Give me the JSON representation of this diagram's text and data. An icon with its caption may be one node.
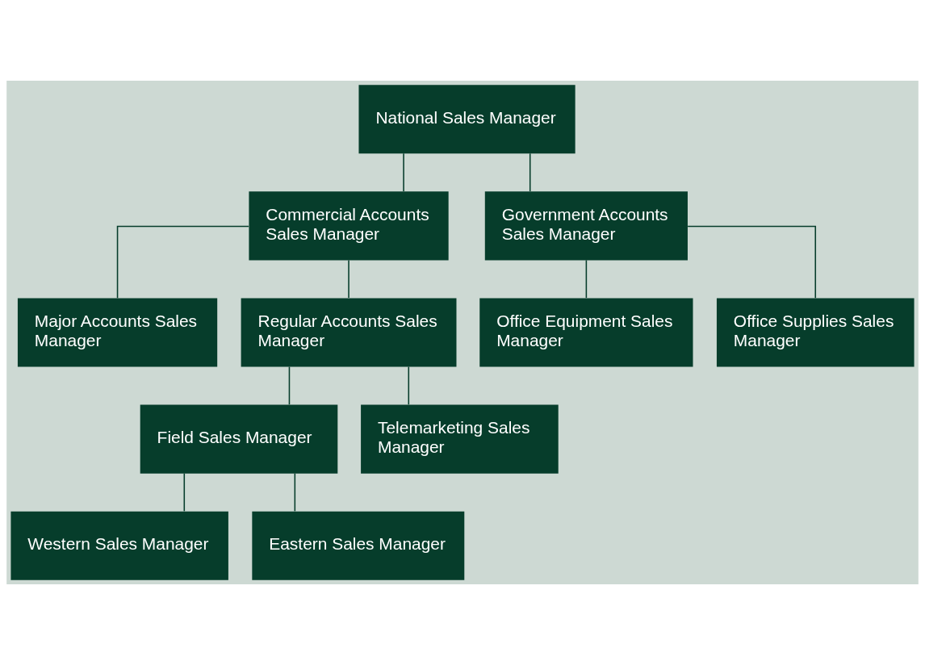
{
  "diagram": {
    "nodes": [
      {
        "text": [
          "National Sales Manager"
        ]
      },
      {
        "text": [
          "Commercial Accounts Sales Manager"
        ]
      },
      {
        "text": [
          "Government Accounts Sales Manager"
        ]
      },
      {
        "text": [
          "Major Accounts Sales Manager"
        ]
      },
      {
        "text": [
          "Regular Accounts Sales Manager"
        ]
      },
      {
        "text": [
          "Office Equipment Sales Manager"
        ]
      },
      {
        "text": [
          "Office Supplies Sales Manager"
        ]
      },
      {
        "text": [
          "Field Sales Manager"
        ]
      },
      {
        "text": [
          "Telemarketing Sales Manager"
        ]
      },
      {
        "text": [
          "Western Sales Manager"
        ]
      },
      {
        "text": [
          "Eastern Sales Manager"
        ]
      }
    ],
    "edges": [
      {
        "from": 0,
        "to": 1,
        "arrow": "none"
      },
      {
        "from": 0,
        "to": 2,
        "arrow": "none"
      },
      {
        "from": 1,
        "to": 3,
        "arrow": "none"
      },
      {
        "from": 1,
        "to": 4,
        "arrow": "none"
      },
      {
        "from": 2,
        "to": 5,
        "arrow": "none"
      },
      {
        "from": 2,
        "to": 6,
        "arrow": "none"
      },
      {
        "from": 4,
        "to": 7,
        "arrow": "none"
      },
      {
        "from": 4,
        "to": 8,
        "arrow": "none"
      },
      {
        "from": 7,
        "to": 9,
        "arrow": "none"
      },
      {
        "from": 7,
        "to": 10,
        "arrow": "none"
      }
    ]
  }
}
